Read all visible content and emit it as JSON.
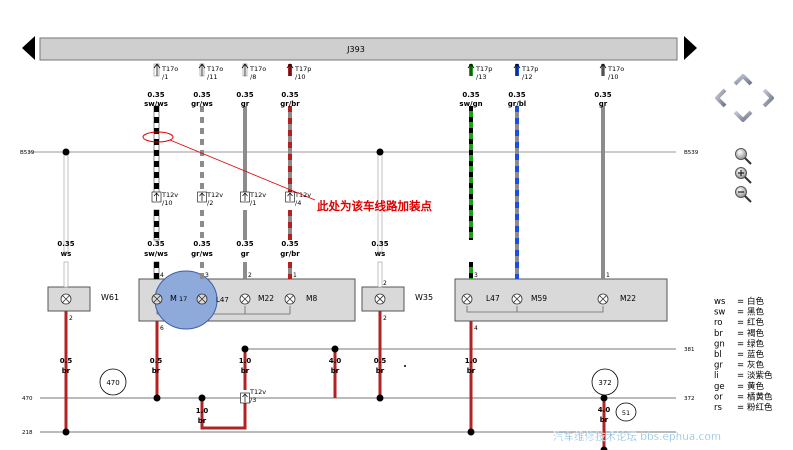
{
  "diagram": {
    "top_bus": {
      "label": "J393"
    },
    "bus_lines": {
      "b539_left": "B539",
      "b539_right": "B539",
      "l381": "381",
      "l470": "470",
      "l372": "372",
      "l218": "218"
    },
    "wires_top": [
      {
        "conn": "T17o",
        "pin": "/1",
        "size": "0.35",
        "color": "sw/ws"
      },
      {
        "conn": "T17o",
        "pin": "/11",
        "size": "0.35",
        "color": "gr/ws"
      },
      {
        "conn": "T17o",
        "pin": "/8",
        "size": "0.35",
        "color": "gr"
      },
      {
        "conn": "T17p",
        "pin": "/10",
        "size": "0.35",
        "color": "gr/br"
      },
      {
        "conn": "T17p",
        "pin": "/13",
        "size": "0.35",
        "color": "sw/gn"
      },
      {
        "conn": "T17p",
        "pin": "/12",
        "size": "0.35",
        "color": "gr/bl"
      },
      {
        "conn": "T17o",
        "pin": "/10",
        "size": "0.35",
        "color": "gr"
      }
    ],
    "t12v": [
      {
        "conn": "T12v",
        "pin": "/10"
      },
      {
        "conn": "T12v",
        "pin": "/2"
      },
      {
        "conn": "T12v",
        "pin": "/1"
      },
      {
        "conn": "T12v",
        "pin": "/4"
      },
      {
        "conn": "T12v",
        "pin": "/3"
      }
    ],
    "wires_mid": [
      {
        "size": "0.35",
        "color": "ws"
      },
      {
        "size": "0.35",
        "color": "sw/ws"
      },
      {
        "size": "0.35",
        "color": "gr/ws"
      },
      {
        "size": "0.35",
        "color": "gr"
      },
      {
        "size": "0.35",
        "color": "gr/br"
      },
      {
        "size": "0.35",
        "color": "ws"
      }
    ],
    "pins": [
      "4",
      "3",
      "2",
      "1",
      "2",
      "3",
      "1",
      "2",
      "6",
      "2",
      "4"
    ],
    "components": {
      "w61": "W61",
      "m17_main": "M",
      "m17_sub": "17",
      "l47a": "L47",
      "m22a": "M22",
      "m8": "M8",
      "w35": "W35",
      "l47b": "L47",
      "m59": "M59",
      "m22b": "M22"
    },
    "wires_bottom": [
      {
        "size": "0.5",
        "color": "br"
      },
      {
        "size": "0.5",
        "color": "br"
      },
      {
        "size": "1.0",
        "color": "br"
      },
      {
        "size": "4.0",
        "color": "br"
      },
      {
        "size": "0.5",
        "color": "br"
      },
      {
        "size": "1.0",
        "color": "br"
      },
      {
        "size": "1.0",
        "color": "br"
      },
      {
        "size": "4.0",
        "color": "br"
      }
    ],
    "circles": {
      "c470": "470",
      "c372": "372",
      "c51": "51"
    },
    "annotation": "此处为该车线路加装点",
    "legend": [
      {
        "code": "ws",
        "eq": "=",
        "name": "白色"
      },
      {
        "code": "sw",
        "eq": "=",
        "name": "黑色"
      },
      {
        "code": "ro",
        "eq": "=",
        "name": "红色"
      },
      {
        "code": "br",
        "eq": "=",
        "name": "褐色"
      },
      {
        "code": "gn",
        "eq": "=",
        "name": "绿色"
      },
      {
        "code": "bl",
        "eq": "=",
        "name": "蓝色"
      },
      {
        "code": "gr",
        "eq": "=",
        "name": "灰色"
      },
      {
        "code": "li",
        "eq": "=",
        "name": "淡紫色"
      },
      {
        "code": "ge",
        "eq": "=",
        "name": "黄色"
      },
      {
        "code": "or",
        "eq": "=",
        "name": "橘黄色"
      },
      {
        "code": "rs",
        "eq": "=",
        "name": "粉红色"
      }
    ],
    "watermark": "汽车维修技术论坛 bbs.ephua.com"
  },
  "icons": {
    "page_left": "triangle-left-icon",
    "page_right": "triangle-right-icon",
    "pan_up": "chevron-up-icon",
    "pan_left": "chevron-left-icon",
    "pan_right": "chevron-right-icon",
    "pan_down": "chevron-down-icon",
    "zoom_in": "zoom-in-icon",
    "zoom_normal": "zoom-normal-icon",
    "zoom_out": "zoom-out-icon"
  },
  "colors": {
    "bus_fill": "#cfcfcf",
    "component_fill": "#d9d9d9",
    "annotation": "#e00000",
    "highlight": "#8eaadb",
    "watermark": "#6fb0d8",
    "wire_brown": "#b22222",
    "wire_green": "#1aa01a",
    "wire_blue": "#1a4fe0"
  }
}
